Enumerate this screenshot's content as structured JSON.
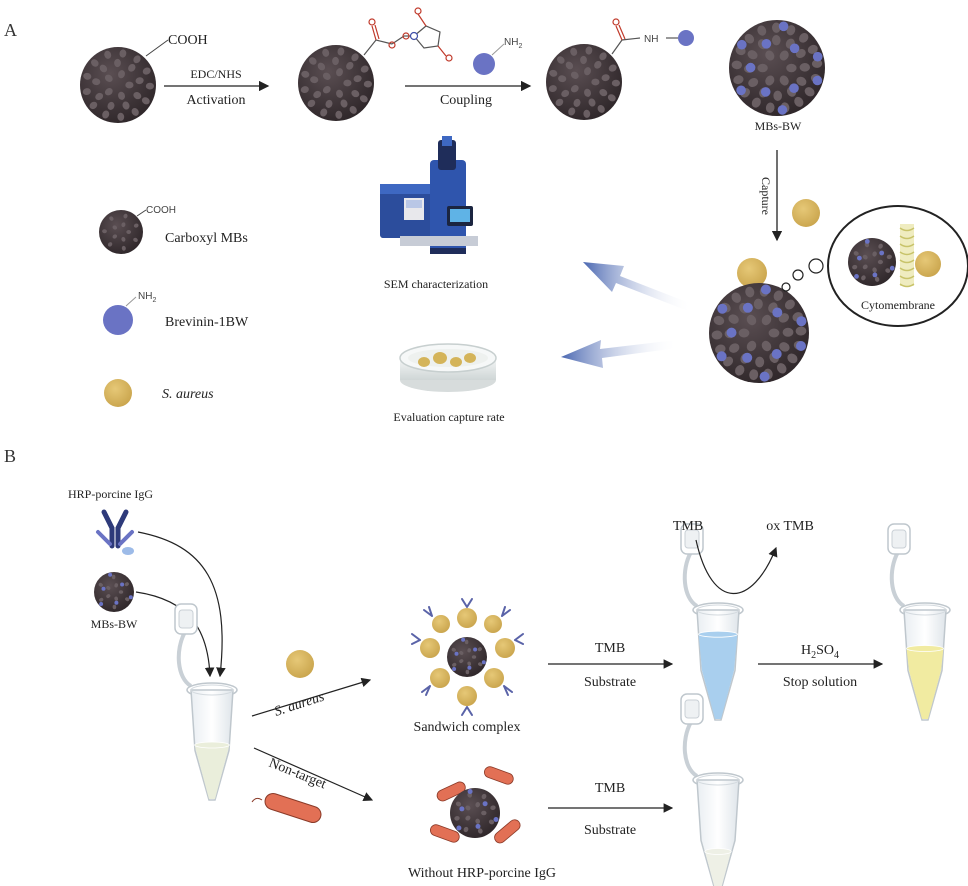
{
  "panel_a": {
    "label": "A",
    "cooh": "COOH",
    "step1_top": "EDC/NHS",
    "step1_bottom": "Activation",
    "step2_bottom": "Coupling",
    "nh": "NH",
    "nh2": "NH",
    "nh2_sub": "2",
    "mbs_bw": "MBs-BW",
    "capture": "Capture",
    "cytomembrane": "Cytomembrane",
    "sem": "SEM characterization",
    "eval": "Evaluation capture rate",
    "legend": {
      "carboxyl_cooh": "COOH",
      "carboxyl": "Carboxyl MBs",
      "nh2": "NH",
      "nh2_sub": "2",
      "brevinin": "Brevinin-1BW",
      "saureus": "S. aureus"
    }
  },
  "panel_b": {
    "label": "B",
    "hrp": "HRP-porcine IgG",
    "mbs_bw": "MBs-BW",
    "saureus": "S. aureus",
    "non_target": "Non-target",
    "sandwich": "Sandwich complex",
    "without": "Without HRP-porcine IgG",
    "tmb_1": "TMB",
    "substrate_1": "Substrate",
    "tmb_2": "TMB",
    "substrate_2": "Substrate",
    "tmb_top": "TMB",
    "ox_tmb": "ox TMB",
    "h2so4_pre": "H",
    "h2so4_sub1": "2",
    "h2so4_mid": "SO",
    "h2so4_sub2": "4",
    "stop": "Stop solution"
  },
  "colors": {
    "bead": "#3a3033",
    "bead_spot": "#5e5357",
    "peptide": "#6a73c4",
    "bacteria": "#d6b45e",
    "arrow_blue": "#4a67b1",
    "tmb_blue": "#a9cfee",
    "yellow_liquid": "#f1eba1"
  }
}
